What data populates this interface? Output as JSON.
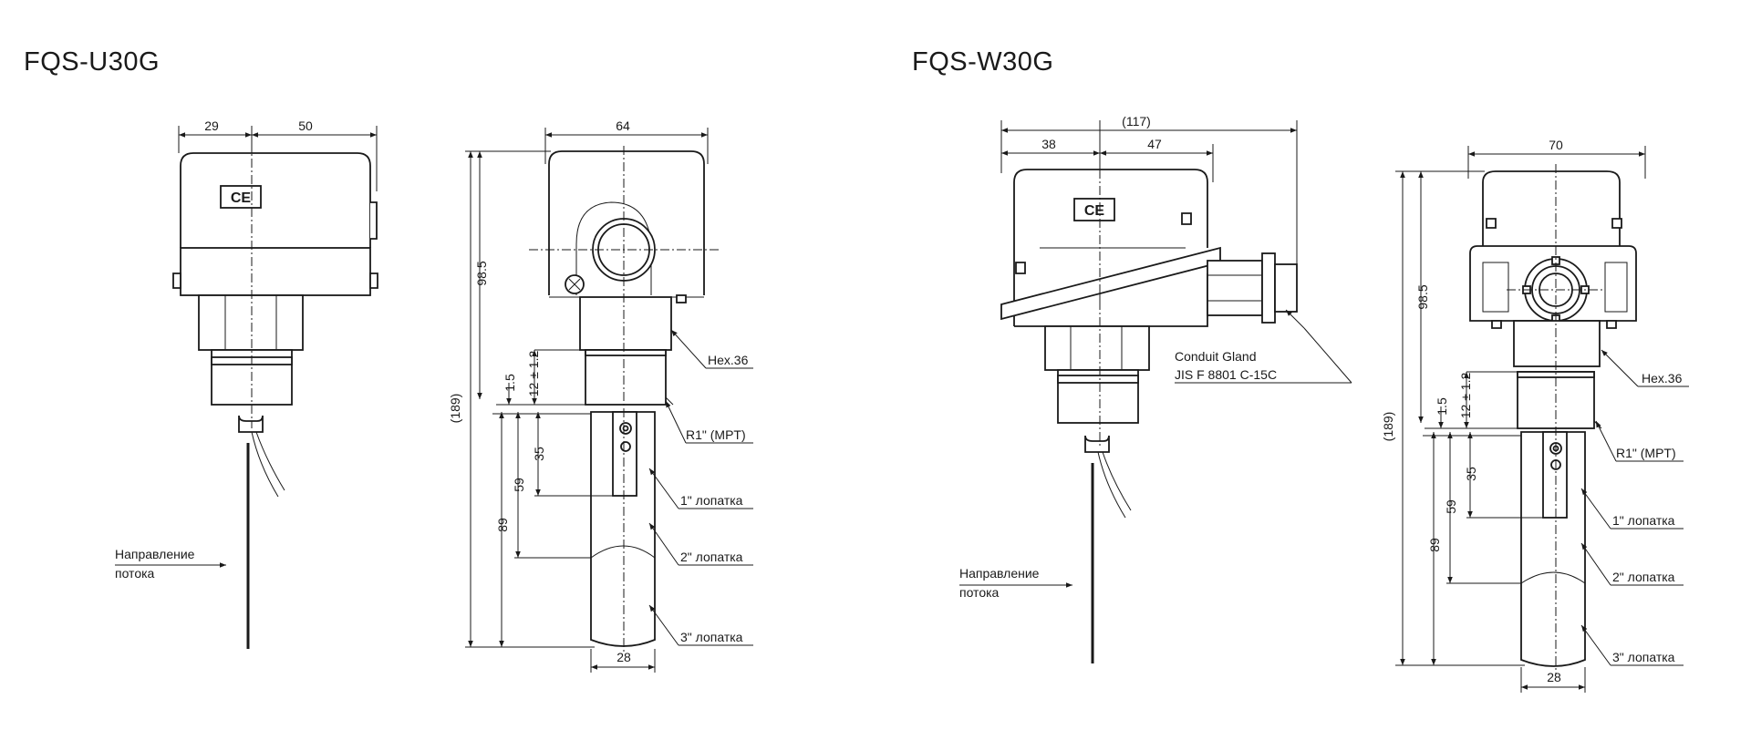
{
  "models": [
    {
      "title": "FQS-U30G",
      "side": {
        "dims": [
          "29",
          "50"
        ],
        "flow_label": [
          "Направление",
          "потока"
        ]
      },
      "front": {
        "dims": {
          "width": "64",
          "height": "98.5",
          "total": "(189)",
          "d1": "1.5",
          "d2": "12 ± 1.2",
          "d3": "35",
          "d4": "59",
          "d5": "89",
          "paddle": "28"
        },
        "labels": [
          "Hex.36",
          "R1\"  (MPT)",
          "1\" лопатка",
          "2\" лопатка",
          "3\" лопатка"
        ]
      }
    },
    {
      "title": "FQS-W30G",
      "side": {
        "dims": [
          "(117)",
          "38",
          "47"
        ],
        "flow_label": [
          "Направление",
          "потока"
        ],
        "gland_label": [
          "Conduit Gland",
          "JIS F 8801 C-15C"
        ]
      },
      "front": {
        "dims": {
          "width": "70",
          "height": "98.5",
          "total": "(189)",
          "d1": "1.5",
          "d2": "12 ± 1.2",
          "d3": "35",
          "d4": "59",
          "d5": "89",
          "paddle": "28"
        },
        "labels": [
          "Hex.36",
          "R1\"  (MPT)",
          "1\" лопатка",
          "2\" лопатка",
          "3\" лопатка"
        ]
      }
    }
  ],
  "mark": "CE"
}
